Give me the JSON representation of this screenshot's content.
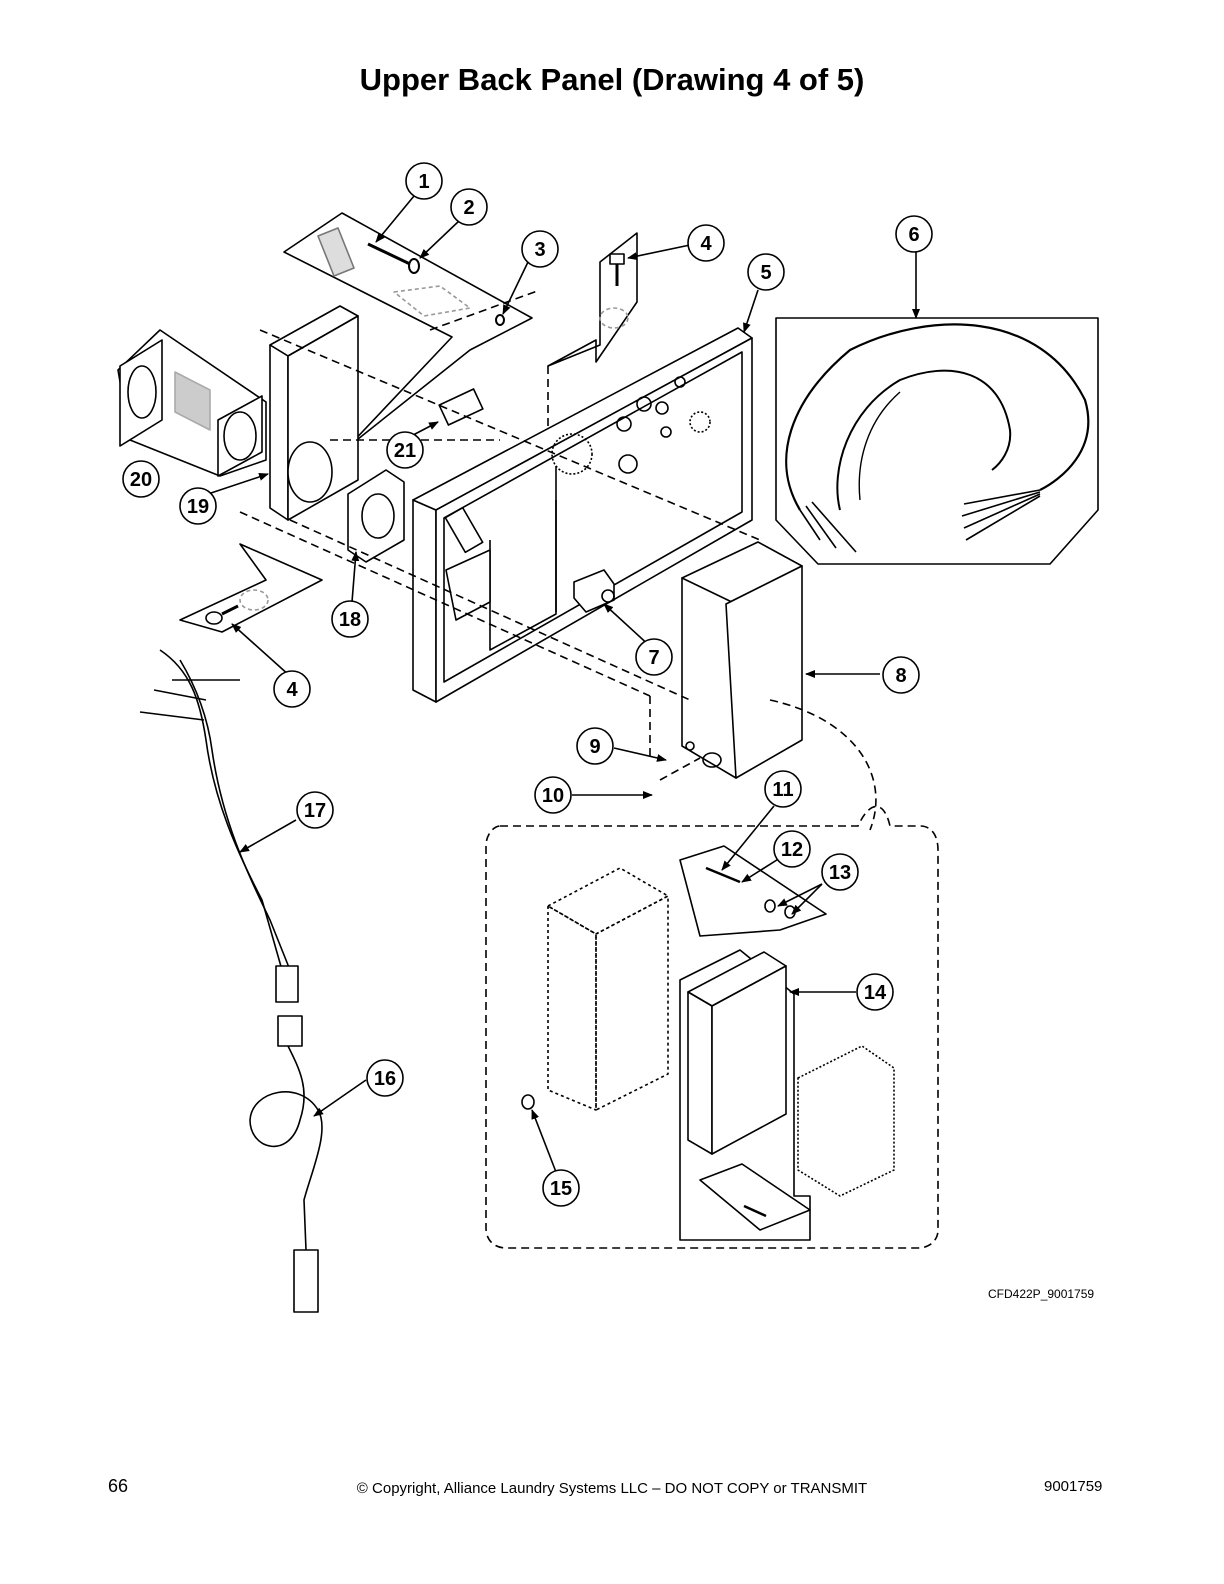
{
  "page": {
    "title": "Upper Back Panel (Drawing 4 of 5)",
    "drawing_code": "CFD422P_9001759",
    "footer": {
      "page_number": "66",
      "copyright": "© Copyright, Alliance Laundry Systems LLC – DO NOT COPY or TRANSMIT",
      "document_number": "9001759"
    }
  },
  "callouts": [
    "1",
    "2",
    "3",
    "4",
    "5",
    "6",
    "7",
    "8",
    "9",
    "10",
    "11",
    "12",
    "13",
    "14",
    "15",
    "16",
    "17",
    "18",
    "19",
    "20",
    "21",
    "4"
  ]
}
